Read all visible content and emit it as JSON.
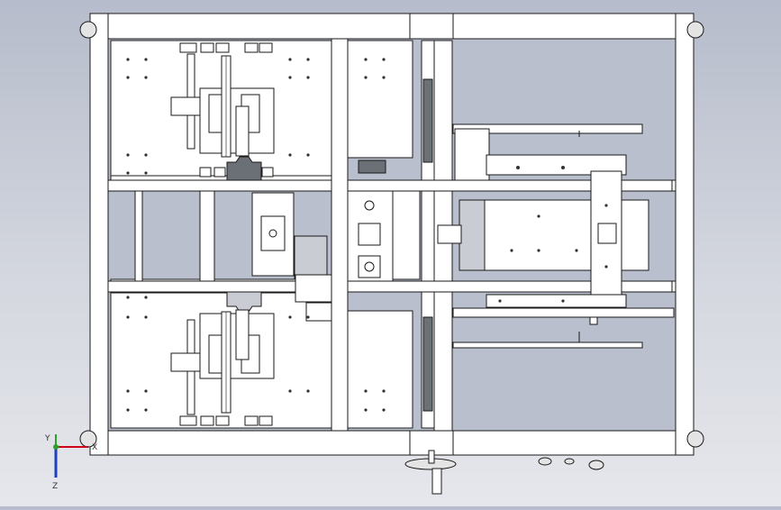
{
  "view": {
    "background_top": "#b6bccb",
    "background_bottom": "#e6e7ec",
    "edge_color": "#1a1a1a",
    "part_fill": "#ffffff",
    "shaded_fill": "#c9ccd2",
    "dark_fill": "#6b6f76"
  },
  "axis_triad": {
    "x_label": "X",
    "y_label": "Y",
    "z_label": "Z",
    "x_color": "#d0021b",
    "y_color": "#2ca02c",
    "z_color": "#1f3fbf"
  }
}
